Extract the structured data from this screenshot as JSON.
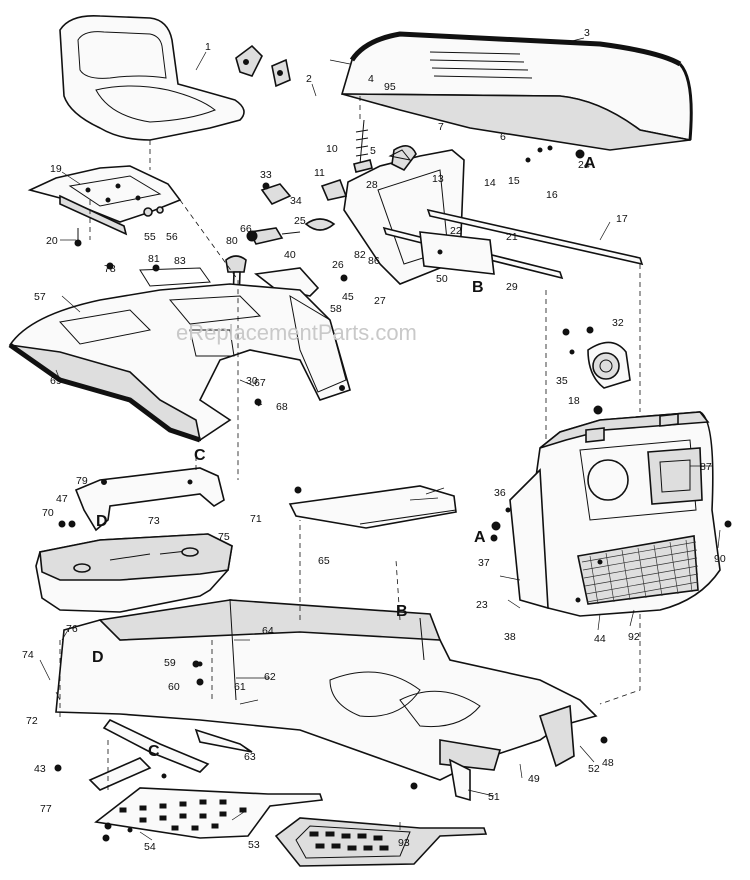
{
  "watermark": "eReplacementParts.com",
  "labels": [
    "1",
    "2",
    "3",
    "4",
    "5",
    "6",
    "7",
    "10",
    "11",
    "13",
    "14",
    "15",
    "16",
    "17",
    "18",
    "19",
    "20",
    "21",
    "22",
    "23",
    "24",
    "25",
    "26",
    "27",
    "28",
    "29",
    "30",
    "32",
    "33",
    "34",
    "35",
    "36",
    "37",
    "38",
    "40",
    "43",
    "44",
    "45",
    "47",
    "48",
    "49",
    "50",
    "51",
    "52",
    "53",
    "54",
    "55",
    "56",
    "57",
    "58",
    "59",
    "60",
    "61",
    "62",
    "63",
    "64",
    "65",
    "66",
    "67",
    "68",
    "69",
    "70",
    "71",
    "72",
    "73",
    "74",
    "75",
    "76",
    "77",
    "78",
    "79",
    "80",
    "81",
    "82",
    "83",
    "86",
    "87",
    "90",
    "92",
    "93",
    "95"
  ],
  "letters": [
    "A",
    "B",
    "C",
    "D"
  ]
}
